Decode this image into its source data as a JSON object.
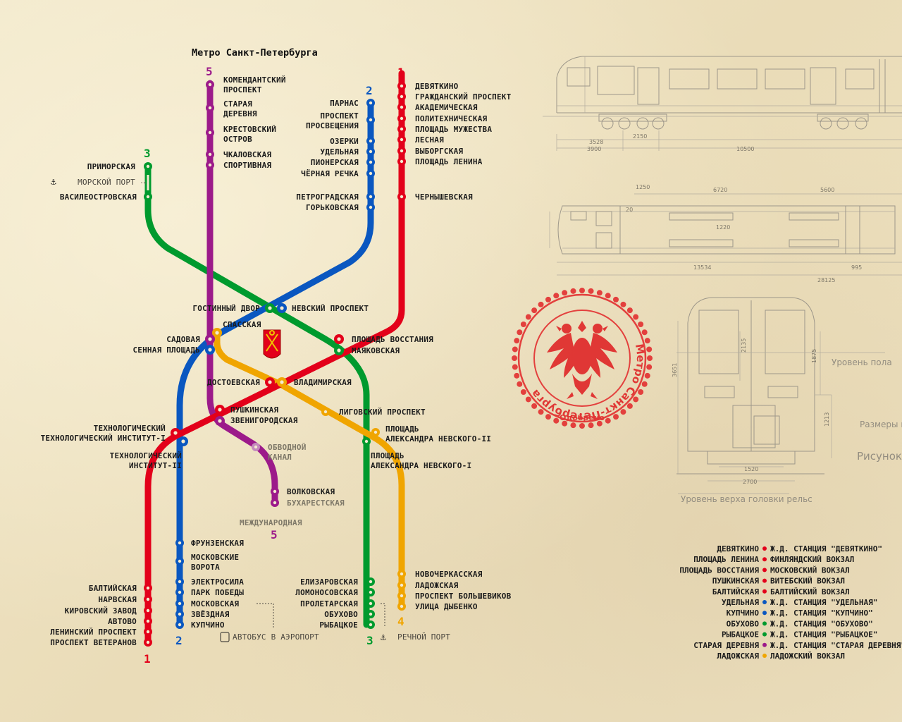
{
  "title": "Метро Санкт-Петербурга",
  "colors": {
    "line1": "#e3001a",
    "line2": "#0a57c0",
    "line3": "#009a2e",
    "line4": "#f0a500",
    "line5": "#9c1a8a",
    "background": "#efe4c4"
  },
  "line_numbers": {
    "line1": "1",
    "line2": "2",
    "line3": "3",
    "line4": "4",
    "line5": "5"
  },
  "stations": {
    "line1": [
      "Девяткино",
      "Гражданский проспект",
      "Академическая",
      "Политехническая",
      "Площадь Мужества",
      "Лесная",
      "Выборгская",
      "Площадь Ленина",
      "Чернышевская",
      "Площадь Восстания",
      "Владимирская",
      "Пушкинская",
      "Технологический институт-I",
      "Балтийская",
      "Нарвская",
      "Кировский завод",
      "Автово",
      "Ленинский проспект",
      "Проспект Ветеранов"
    ],
    "line2": [
      "Парнас",
      "Проспект",
      "Просвещения",
      "Озерки",
      "Удельная",
      "Пионерская",
      "Чёрная речка",
      "Петроградская",
      "Горьковская",
      "Невский проспект",
      "Сенная площадь",
      "Технологический",
      "институт-II",
      "Фрунзенская",
      "Московские",
      "ворота",
      "Электросила",
      "Парк Победы",
      "Московская",
      "Звёздная",
      "Купчино"
    ],
    "line3": [
      "Приморская",
      "Василеостровская",
      "Гостинный двор",
      "Маяковская",
      "Площадь",
      "Александра Невского-I",
      "Елизаровская",
      "Ломоносовская",
      "Пролетарская",
      "Обухово",
      "Рыбацкое"
    ],
    "line4": [
      "Спасская",
      "Достоевская",
      "Лиговский проспект",
      "Площадь",
      "Александра Невского-II",
      "Новочеркасская",
      "Ладожская",
      "Проспект Большевиков",
      "Улица Дыбенко"
    ],
    "line5": [
      "Комендантский",
      "проспект",
      "Старая",
      "деревня",
      "Крестовский",
      "остров",
      "Чкаловская",
      "Спортивная",
      "Садовая",
      "Звенигородская",
      "Обводной",
      "канал",
      "Волковская",
      "Бухарестская",
      "Международная"
    ]
  },
  "services": {
    "sea_port": "Морской порт",
    "river_port": "Речной порт",
    "airport_bus": "Автобус в аэропорт"
  },
  "blueprint": {
    "dims_top": [
      "3528",
      "2150",
      "3900",
      "10500"
    ],
    "dims_mid": [
      "1250",
      "6720",
      "5600",
      "20",
      "1220",
      "13534",
      "995",
      "28125"
    ],
    "dims_front": [
      "2135",
      "1875",
      "3651",
      "1213",
      "1520",
      "2700"
    ],
    "floor_level": "Уровень пола",
    "rail_level": "Уровень верха головки рельс",
    "sizes": "Размеры в",
    "figure": "Рисунок"
  },
  "stamp": {
    "ring_text": "Метро Санкт-Петербурга",
    "bottom_text": "Одобрено"
  },
  "legend": [
    {
      "station": "Девяткино",
      "line": "line1",
      "destination": "ж.д. станция \"Девяткино\""
    },
    {
      "station": "Площадь Ленина",
      "line": "line1",
      "destination": "Финляндский вокзал"
    },
    {
      "station": "Площадь Восстания",
      "line": "line1",
      "destination": "Московский вокзал"
    },
    {
      "station": "Пушкинская",
      "line": "line1",
      "destination": "Витебский вокзал"
    },
    {
      "station": "Балтийская",
      "line": "line1",
      "destination": "Балтийский вокзал"
    },
    {
      "station": "Удельная",
      "line": "line2",
      "destination": "ж.д. станция \"Удельная\""
    },
    {
      "station": "Купчино",
      "line": "line2",
      "destination": "ж.д. станция \"Купчино\""
    },
    {
      "station": "Обухово",
      "line": "line3",
      "destination": "ж.д. станция \"Обухово\""
    },
    {
      "station": "Рыбацкое",
      "line": "line3",
      "destination": "ж.д. станция \"Рыбацкое\""
    },
    {
      "station": "Старая деревня",
      "line": "line5",
      "destination": "ж.д. станция \"Старая деревня\""
    },
    {
      "station": "Ладожская",
      "line": "line4",
      "destination": "Ладожский вокзал"
    }
  ]
}
